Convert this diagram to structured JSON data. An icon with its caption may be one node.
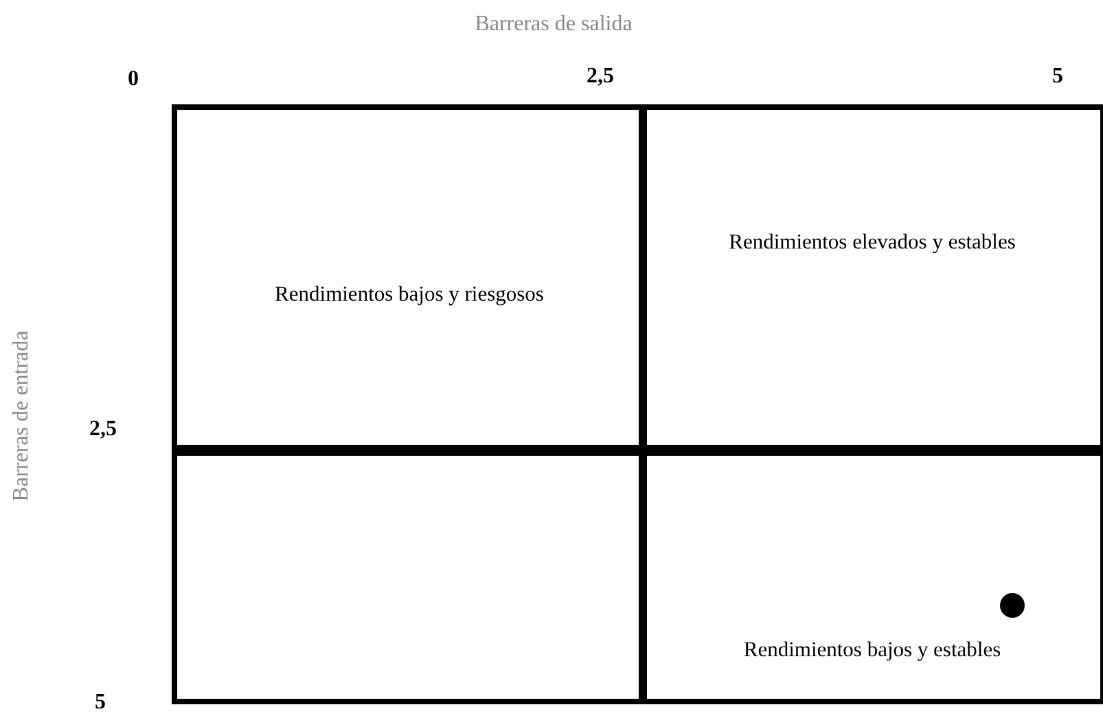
{
  "diagram": {
    "nodes": [
      {
        "text": [
          "Rendimientos bajos y riesgosos"
        ]
      },
      {
        "text": [
          "Rendimientos elevados y estables"
        ]
      },
      {
        "text": [],
        "shape": "box"
      },
      {
        "text": [
          "Rendimientos bajos y estables"
        ]
      }
    ],
    "labels": [
      "Barreras de salida",
      "0",
      "2,5",
      "5",
      "Barreras de entrada",
      "2,5",
      "5"
    ]
  }
}
